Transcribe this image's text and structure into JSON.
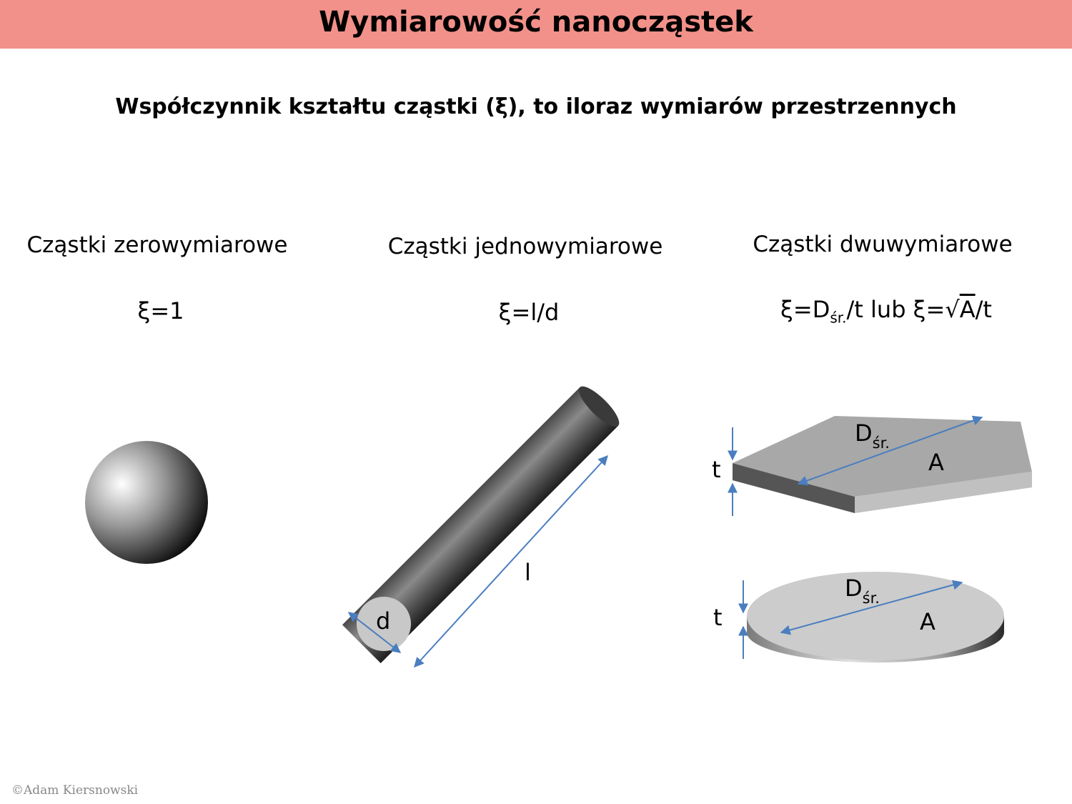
{
  "title": "Wymiarowość nanocząstek",
  "subtitle": "Współczynnik kształtu cząstki (ξ), to iloraz wymiarów przestrzennych",
  "columns": [
    {
      "heading": "Cząstki zerowymiarowe",
      "formula": "ξ=1"
    },
    {
      "heading": "Cząstki jednowymiarowe",
      "formula": "ξ=l/d"
    },
    {
      "heading": "Cząstki dwuwymiarowe",
      "formula_part1": "ξ=D",
      "formula_sub": "śr.",
      "formula_part2": "/t lub ξ=√",
      "formula_radicand": "A",
      "formula_part3": "/t"
    }
  ],
  "labels": {
    "rod_length": "l",
    "rod_diameter": "d",
    "plate_thickness": "t",
    "plate_diameter_main": "D",
    "plate_diameter_sub": "śr.",
    "plate_area": "A",
    "disc_thickness": "t",
    "disc_diameter_main": "D",
    "disc_diameter_sub": "śr.",
    "disc_area": "A"
  },
  "colors": {
    "title_bar": "#f2918a",
    "arrow": "#4a7ebf"
  },
  "footer": "©Adam Kiersnowski"
}
